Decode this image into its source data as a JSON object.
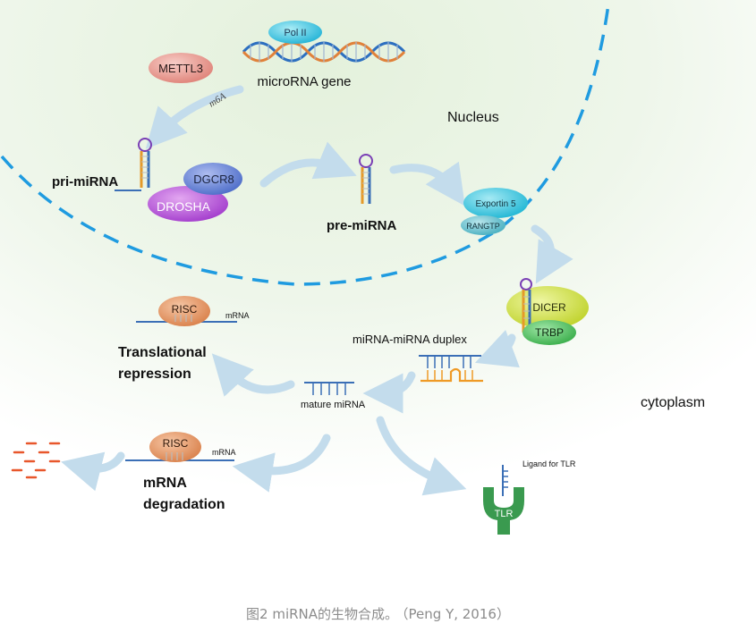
{
  "diagram": {
    "dna": {
      "pol_label": "Pol II",
      "gene_label": "microRNA gene"
    },
    "mettl3_label": "METTL3",
    "m6a_label": "m6A",
    "nucleus_label": "Nucleus",
    "cytoplasm_label": "cytoplasm",
    "pri_mirna_label": "pri-miRNA",
    "dgcr8_label": "DGCR8",
    "drosha_label": "DROSHA",
    "pre_mirna_label": "pre-miRNA",
    "exportin_label": "Exportin 5",
    "rangtp_label": "RANGTP",
    "dicer_label": "DICER",
    "trbp_label": "TRBP",
    "duplex_label": "miRNA-miRNA duplex",
    "mature_label": "mature miRNA",
    "risc_label": "RISC",
    "mrna_label": "mRNA",
    "translational_label_line1": "Translational",
    "translational_label_line2": "repression",
    "degradation_label_line1": "mRNA",
    "degradation_label_line2": "degradation",
    "ligand_label": "Ligand for TLR",
    "tlr_label": "TLR"
  },
  "caption": {
    "text": "图2 miRNA的生物合成。",
    "citation": "（Peng Y, 2016）"
  },
  "colors": {
    "nucleus_border": "#1f9be0",
    "arrow": "#c3dcec",
    "mettl3": "#e5958e",
    "pol": "#3cc0df",
    "dgcr8": "#5d7fd4",
    "drosha": "#b24ed8",
    "exportin": "#34c3dd",
    "rangtp": "#56bccc",
    "dicer": "#c9dc3a",
    "trbp": "#4cbe5a",
    "risc": "#e3935f",
    "tlr": "#3a9a4f",
    "orange_strand": "#ef9a26",
    "blue_strand": "#3b6fb6",
    "fragments": "#e8572c"
  }
}
